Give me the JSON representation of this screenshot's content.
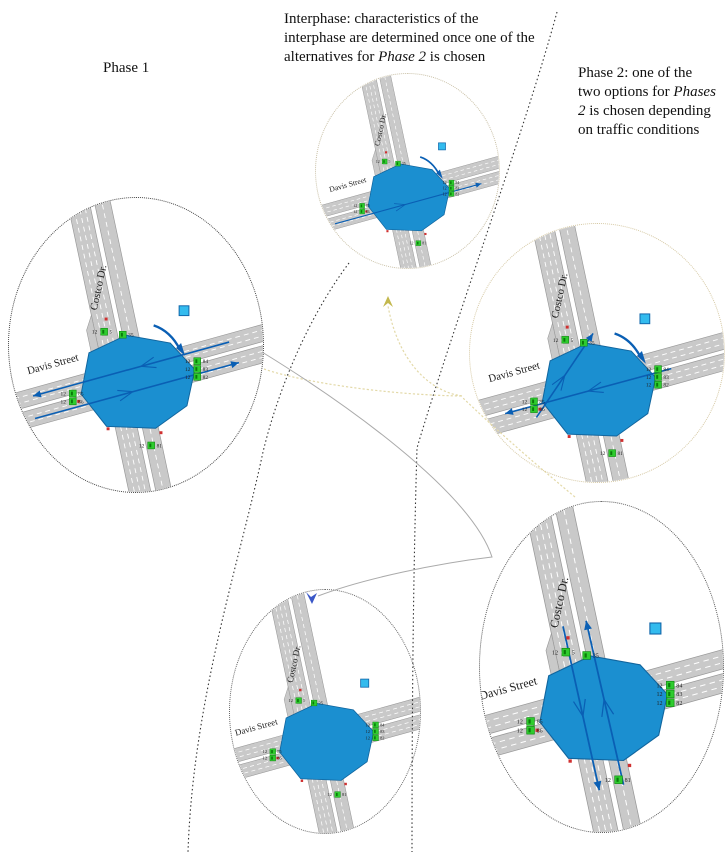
{
  "page": {
    "background": "#ffffff"
  },
  "labels": {
    "phase1": "Phase 1"
  },
  "interphase_note": {
    "line1": "Interphase: characteristics of the",
    "line2": "interphase are determined once one of the",
    "line3_pre": "alternatives for ",
    "line3_italic": "Phase 2",
    "line3_post": " is chosen"
  },
  "phase2_note": {
    "line1": "Phase 2: one of the",
    "line2_pre": "two options for ",
    "line2_italic": "Phases",
    "line3_italic": "2",
    "line3_post": " is chosen depending",
    "line4": "on traffic conditions"
  },
  "scene": {
    "streets": {
      "vertical": "Costco Dr.",
      "horizontal": "Davis Street"
    },
    "signals": {
      "north": [
        {
          "prefix": "12",
          "label": "5"
        },
        {
          "prefix": "",
          "label": "35"
        }
      ],
      "east": [
        {
          "prefix": "12",
          "label": "84"
        },
        {
          "prefix": "12",
          "label": "83"
        },
        {
          "prefix": "12",
          "label": "82"
        }
      ],
      "west": [
        {
          "prefix": "12",
          "label": "85"
        },
        {
          "prefix": "12",
          "label": "86"
        }
      ],
      "south": [
        {
          "prefix": "12",
          "label": "81"
        }
      ]
    },
    "map_icon": "selection-square-icon",
    "colors": {
      "road": "#c9c9c9",
      "road_edge": "#9a9a9a",
      "lane_dash": "#ffffff",
      "junction_fill": "#1b8fd0",
      "junction_edge": "#11659e",
      "movement_arrow": "#0a5fb4",
      "signal_green": "#2ecc2e",
      "signal_green_edge": "#118811",
      "stop_red": "#d03030",
      "icon_cyan": "#33bbee",
      "icon_edge": "#1166aa"
    }
  },
  "ellipses": [
    {
      "id": "interphase",
      "name": "interphase-ellipse",
      "border": "#c9c0a6",
      "movements": [
        "eb_through",
        "ne_turn"
      ]
    },
    {
      "id": "phase1",
      "name": "phase-1-ellipse",
      "border": "#444444",
      "movements": [
        "wb_through",
        "eb_through",
        "ne_turn"
      ]
    },
    {
      "id": "phase2a",
      "name": "phase-2-option1-ellipse",
      "border": "#d6c9a4",
      "movements": [
        "ebl_left",
        "wb_through2",
        "ne_turn"
      ]
    },
    {
      "id": "bottomcenter",
      "name": "all-red-interphase-ellipse",
      "border": "#666666",
      "movements": []
    },
    {
      "id": "phase2b",
      "name": "phase-2-option2-ellipse",
      "border": "#555555",
      "movements": [
        "nb_through",
        "sb_through"
      ]
    }
  ],
  "connectors": {
    "divider_color": "#333333",
    "tan_color": "#e3d9a8",
    "tan_arrow_color": "#c3b84e",
    "gray_color": "#aaaaaa",
    "blue_arrow_color": "#3a57c8"
  }
}
